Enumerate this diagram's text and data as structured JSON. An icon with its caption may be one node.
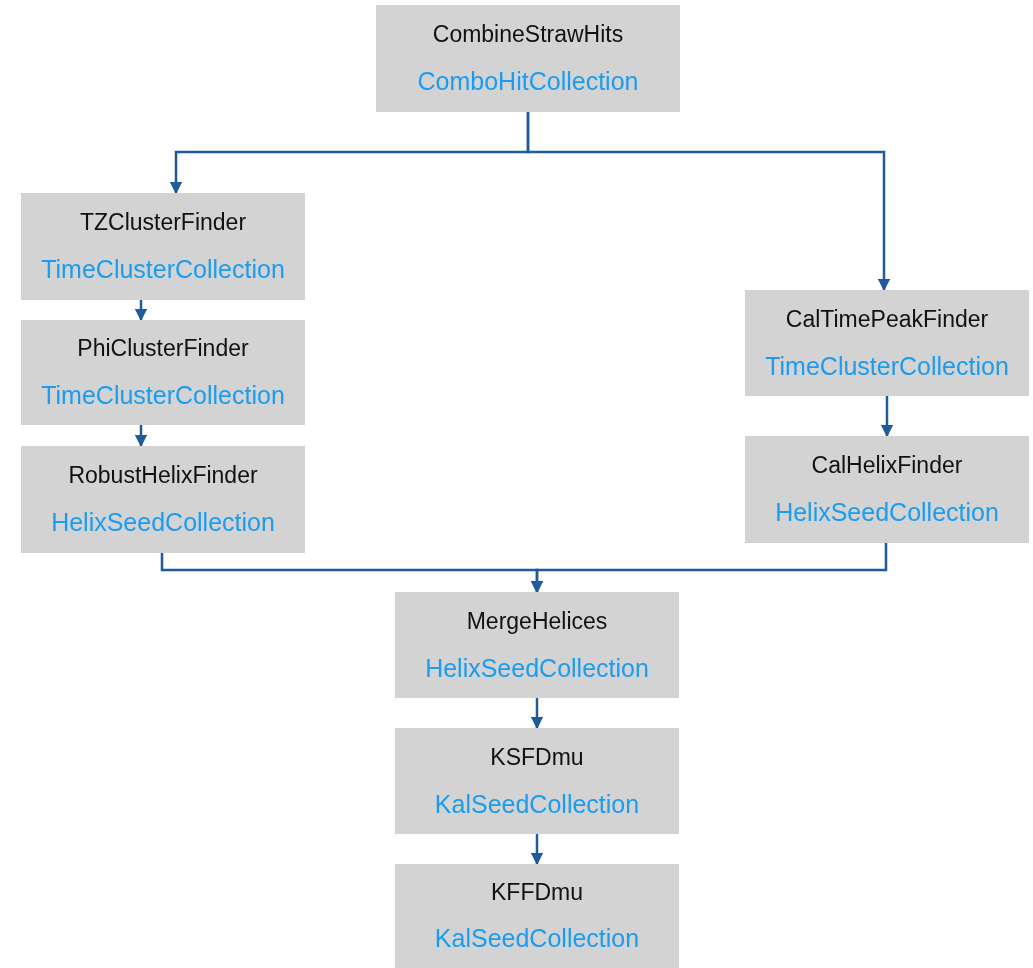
{
  "diagram": {
    "nodes": [
      {
        "text": [
          "CombineStrawHits",
          "ComboHitCollection"
        ]
      },
      {
        "text": [
          "TZClusterFinder",
          "TimeClusterCollection"
        ]
      },
      {
        "text": [
          "PhiClusterFinder",
          "TimeClusterCollection"
        ]
      },
      {
        "text": [
          "RobustHelixFinder",
          "HelixSeedCollection"
        ]
      },
      {
        "text": [
          "CalTimePeakFinder",
          "TimeClusterCollection"
        ]
      },
      {
        "text": [
          "CalHelixFinder",
          "HelixSeedCollection"
        ]
      },
      {
        "text": [
          "MergeHelices",
          "HelixSeedCollection"
        ]
      },
      {
        "text": [
          "KSFDmu",
          "KalSeedCollection"
        ]
      },
      {
        "text": [
          "KFFDmu",
          "KalSeedCollection"
        ]
      }
    ],
    "edges": [
      {
        "from": 0,
        "to": 1,
        "arrow": "to"
      },
      {
        "from": 0,
        "to": 4,
        "arrow": "to"
      },
      {
        "from": 1,
        "to": 2,
        "arrow": "to"
      },
      {
        "from": 2,
        "to": 3,
        "arrow": "to"
      },
      {
        "from": 4,
        "to": 5,
        "arrow": "to"
      },
      {
        "from": 3,
        "to": 6,
        "arrow": "to"
      },
      {
        "from": 5,
        "to": 6,
        "arrow": "to"
      },
      {
        "from": 6,
        "to": 7,
        "arrow": "to"
      },
      {
        "from": 7,
        "to": 8,
        "arrow": "to"
      }
    ]
  }
}
